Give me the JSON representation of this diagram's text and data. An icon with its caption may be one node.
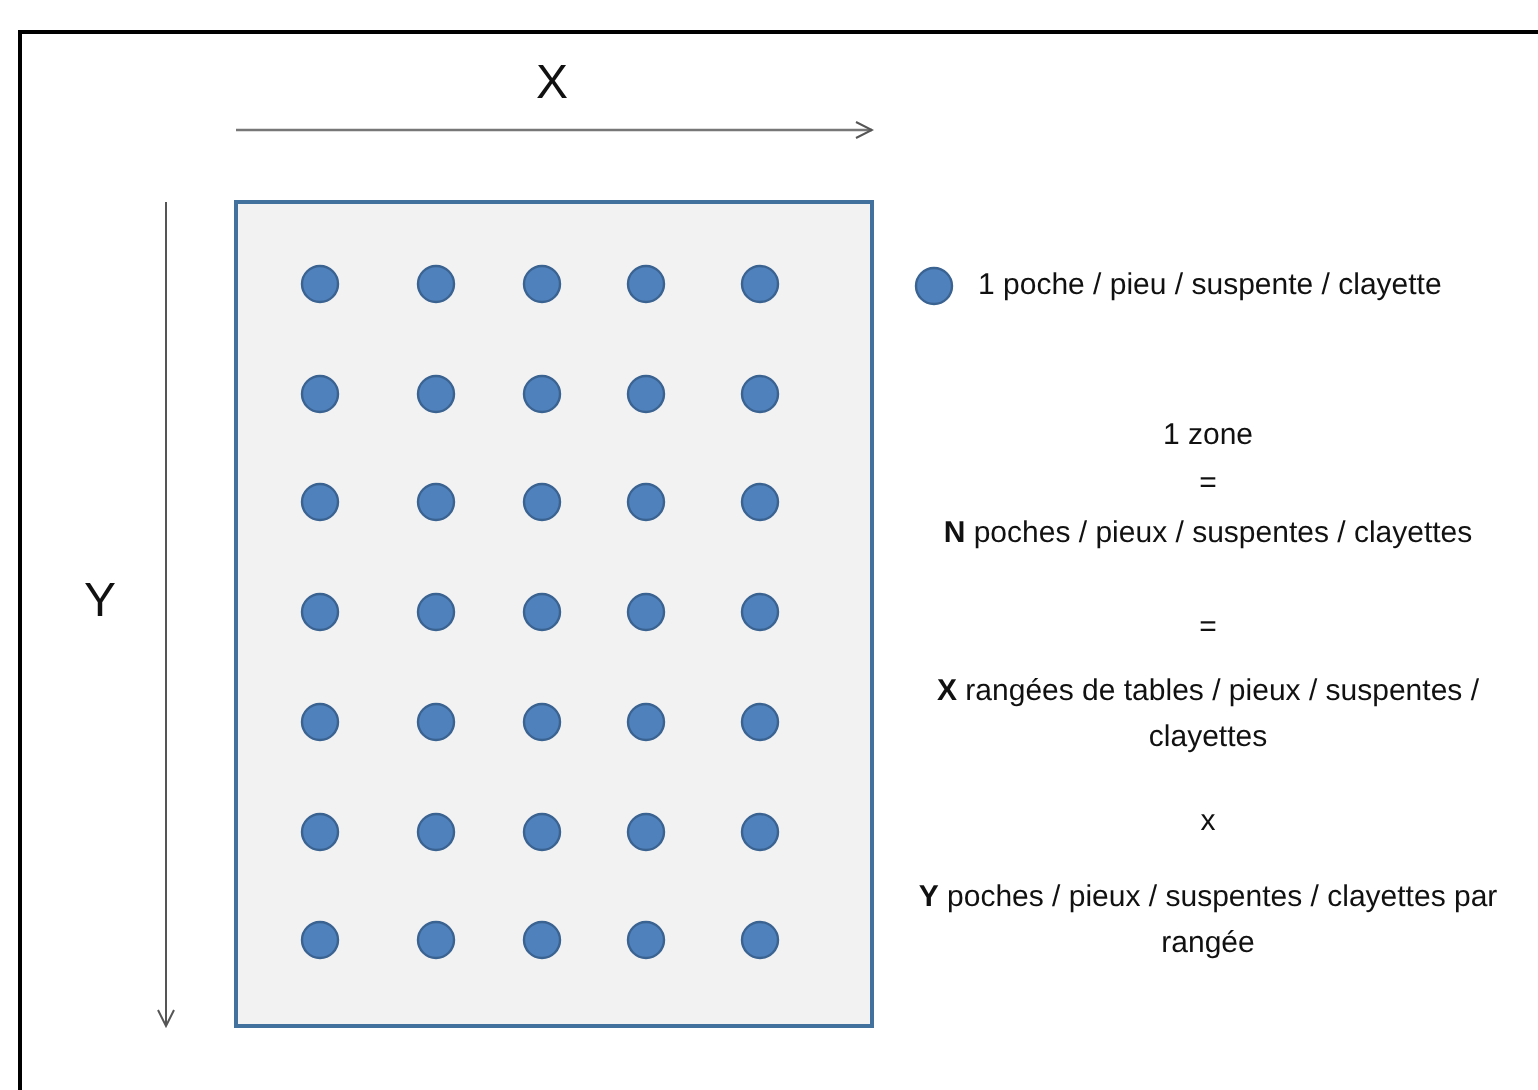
{
  "diagram": {
    "labels": [
      "X",
      "Y",
      "1 zone",
      "=",
      "**N** poches / pieux / suspentes / clayettes",
      "=",
      "**X** rangées de tables / pieux / suspentes / clayettes",
      "x",
      "**Y** poches / pieux / suspentes / clayettes par rangée"
    ],
    "legend": [
      {
        "text": "1 poche / pieu / suspente / clayette",
        "color": "#4f81bd"
      }
    ]
  }
}
